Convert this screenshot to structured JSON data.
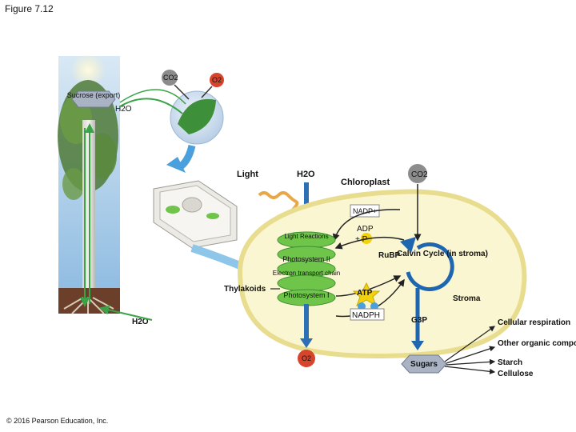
{
  "figure_title": "Figure 7.12",
  "copyright": "© 2016 Pearson Education, Inc.",
  "labels": {
    "co2_top": "CO2",
    "o2_top": "O2",
    "sucrose": "Sucrose (export)",
    "h2o_tree_top": "H2O",
    "light": "Light",
    "h2o_center": "H2O",
    "chloroplast": "Chloroplast",
    "co2_right": "CO2",
    "nadp_plus": "NADP+",
    "adp": "ADP",
    "plus_p": "+ P",
    "light_reactions": "Light Reactions",
    "photosystem_ii": "Photosystem II",
    "electron_transport_chain": "Electron transport chain",
    "photosystem_i": "Photosystem I",
    "thylakoids": "Thylakoids",
    "rubp": "RuBP",
    "calvin_cycle": "Calvin Cycle (in stroma)",
    "atp": "ATP",
    "nadph": "NADPH",
    "stroma": "Stroma",
    "g3p": "G3P",
    "h2o_roots": "H2O",
    "o2_bottom": "O2",
    "sugars": "Sugars",
    "uses": [
      "Cellular respiration",
      "Other organic compounds",
      "Starch",
      "Cellulose"
    ]
  },
  "colors": {
    "sky": "#9ec6e6",
    "chloroplast_fill": "#fbf6d2",
    "chloroplast_stroke": "#e8dd8e",
    "thylakoid_green": "#6fc44a",
    "leaf_green": "#3d8f3a",
    "arrow_blue": "#2c6fb5",
    "calvin_blue": "#1f66b0",
    "sugar_grey": "#a9b3c4",
    "o2_red": "#d6452b",
    "co2_grey": "#8c8c8c",
    "atp_yellow": "#f2d20c"
  }
}
